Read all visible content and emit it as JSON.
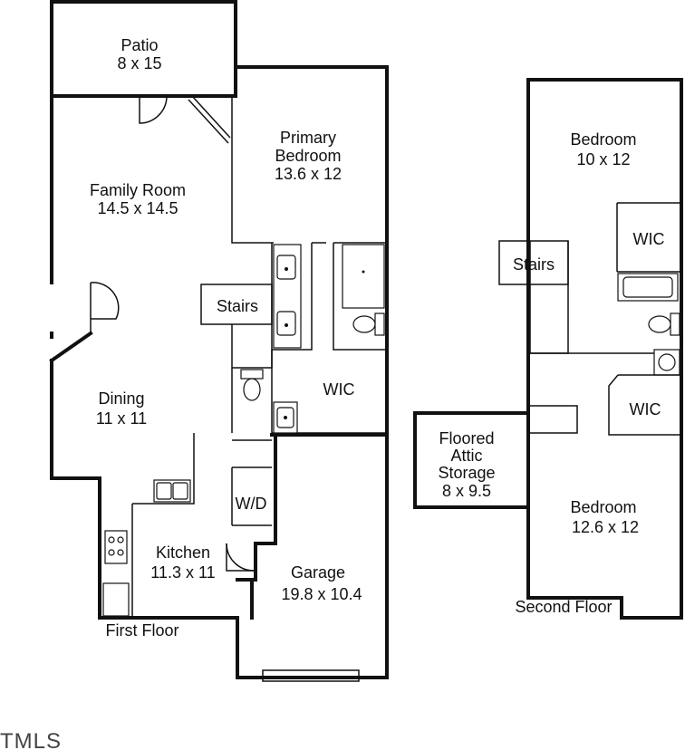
{
  "rooms": {
    "patio": {
      "name": "Patio",
      "dims": "8 x 15"
    },
    "primary_bedroom": {
      "name1": "Primary",
      "name2": "Bedroom",
      "dims": "13.6 x 12"
    },
    "family_room": {
      "name": "Family Room",
      "dims": "14.5 x 14.5"
    },
    "stairs_first": {
      "name": "Stairs"
    },
    "wic_first": {
      "name": "WIC"
    },
    "dining": {
      "name": "Dining",
      "dims": "11 x 11"
    },
    "wd": {
      "name": "W/D"
    },
    "kitchen": {
      "name": "Kitchen",
      "dims": "11.3 x 11"
    },
    "garage": {
      "name": "Garage",
      "dims": "19.8 x 10.4"
    },
    "bedroom_upper": {
      "name": "Bedroom",
      "dims": "10 x 12"
    },
    "stairs_second": {
      "name": "Stairs"
    },
    "wic_upper": {
      "name": "WIC"
    },
    "wic_lower": {
      "name": "WIC"
    },
    "attic": {
      "name1": "Floored",
      "name2": "Attic",
      "name3": "Storage",
      "dims": "8 x 9.5"
    },
    "bedroom_lower": {
      "name": "Bedroom",
      "dims": "12.6 x 12"
    }
  },
  "floors": {
    "first": "First Floor",
    "second": "Second Floor"
  },
  "watermark": "TMLS"
}
